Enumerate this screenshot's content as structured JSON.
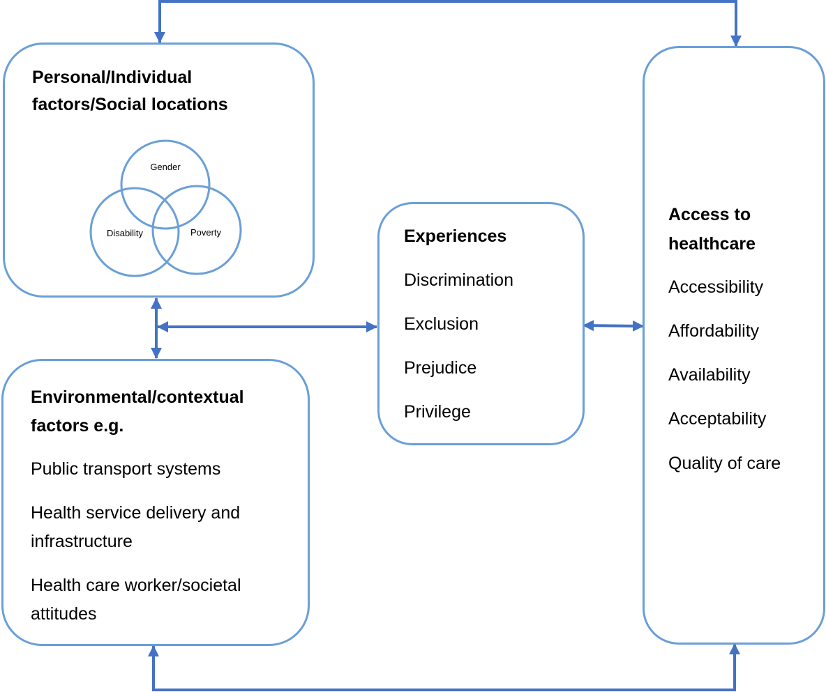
{
  "personal": {
    "title_line1": "Personal/Individual",
    "title_line2": "factors/Social locations",
    "venn": {
      "top": "Gender",
      "left": "Disability",
      "right": "Poverty"
    }
  },
  "environmental": {
    "title_line1": "Environmental/contextual",
    "title_line2": "factors e.g.",
    "items": [
      "Public transport systems",
      "Health service delivery and",
      "infrastructure",
      "Health care worker/societal",
      "attitudes"
    ]
  },
  "experiences": {
    "title": "Experiences",
    "items": [
      "Discrimination",
      "Exclusion",
      "Prejudice",
      "Privilege"
    ]
  },
  "access": {
    "title_line1": "Access to",
    "title_line2": "healthcare",
    "items": [
      "Accessibility",
      "Affordability",
      "Availability",
      "Acceptability",
      "Quality of care"
    ]
  },
  "colors": {
    "box_border": "#6a9fd8",
    "arrow": "#4472c4",
    "venn_circle": "#6a9fd8"
  }
}
